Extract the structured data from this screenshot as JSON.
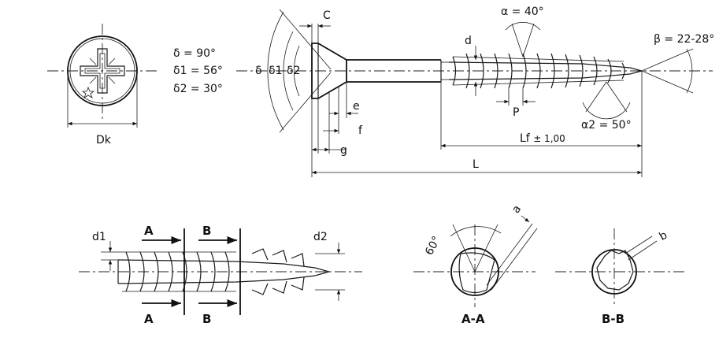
{
  "head_view": {
    "dk_label": "Dk"
  },
  "angles_block": {
    "delta": "δ = 90°",
    "delta1": "δ1 = 56°",
    "delta2": "δ2 = 30°"
  },
  "side_view": {
    "delta_labels": [
      "δ",
      "δ1",
      "δ2"
    ],
    "c_label": "C",
    "d_label": "d",
    "e_label": "e",
    "f_label": "f",
    "g_label": "g",
    "p_label": "P",
    "l_label": "L",
    "lf_label": "Lf",
    "lf_tolerance": "± 1,00",
    "alpha": "α = 40°",
    "alpha2": "α2 = 50°",
    "beta": "β = 22-28°"
  },
  "thread_view": {
    "d1_label": "d1",
    "d2_label": "d2",
    "a_label": "A",
    "b_label": "B"
  },
  "section_aa": {
    "angle_label": "60°",
    "a_label": "a",
    "title": "A-A"
  },
  "section_bb": {
    "b_label": "b",
    "title": "B-B"
  }
}
